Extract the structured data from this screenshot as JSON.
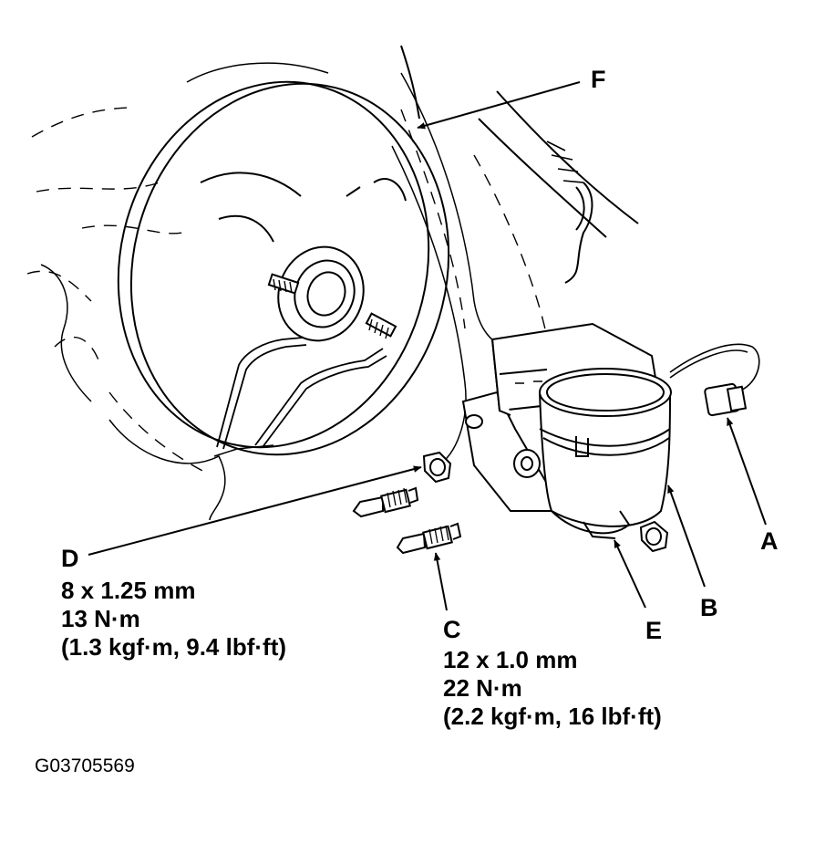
{
  "callouts": {
    "a": "A",
    "b": "B",
    "c": "C",
    "d": "D",
    "e": "E",
    "f": "F"
  },
  "spec_d": {
    "size": "8 x 1.25 mm",
    "torque": "13 N·m",
    "torque_alt": "(1.3 kgf·m, 9.4 lbf·ft)"
  },
  "spec_c": {
    "size": "12 x 1.0 mm",
    "torque": "22 N·m",
    "torque_alt": "(2.2 kgf·m, 16 lbf·ft)"
  },
  "figure_code": "G03705569"
}
